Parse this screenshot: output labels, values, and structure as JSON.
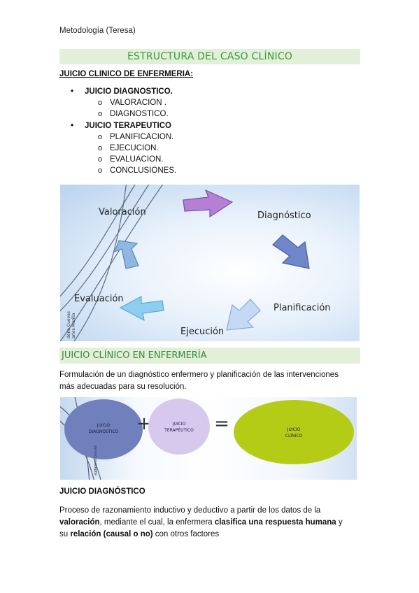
{
  "header": {
    "title": "Metodología (Teresa)"
  },
  "section1": {
    "title": "ESTRUCTURA DEL CASO CLÍNICO"
  },
  "juicio_heading": "JUICIO CLINICO DE ENFERMERIA:",
  "bullets": [
    {
      "label": "JUICIO DIAGNOSTICO.",
      "items": [
        "VALORACION .",
        "DIAGNOSTICO."
      ]
    },
    {
      "label": "JUICIO TERAPEUTICO",
      "items": [
        "PLANIFICACION.",
        "EJECUCION.",
        "EVALUACION.",
        "CONCLUSIONES."
      ]
    }
  ],
  "cycle": {
    "labels": [
      "Valoración",
      "Diagnóstico",
      "Planificación",
      "Ejecución",
      "Evaluación"
    ],
    "credit": [
      "dena Cuevas",
      "arlos Morilla"
    ],
    "colors": {
      "purple": "#b57fd6",
      "blue_dark": "#6f86c8",
      "blue_light": "#c5d9f4",
      "cyan": "#8ecdf0",
      "steel": "#8eb7e2"
    }
  },
  "section2": {
    "title": "JUICIO CLÍNICO EN ENFERMERÍA"
  },
  "formulation": {
    "line1": "Formulación de un diagnóstico enfermero y planificación de las intervenciones",
    "line2": "más adecuadas para su resolución."
  },
  "equation": {
    "circle1": [
      "JUICIO",
      "DIAGNÓSTICO"
    ],
    "plus": "+",
    "circle2": [
      "JUICIO",
      "TERAPÉUTICO"
    ],
    "equals": "=",
    "circle3": [
      "JUICIO",
      "CLÍNICO"
    ],
    "credit": "agdalena Cuevas",
    "colors": {
      "c1": "#6f80bd",
      "c2": "#d7c8ee",
      "c3": "#b5cc17"
    }
  },
  "jd_section": {
    "title": "JUICIO DIAGNÓSTICO",
    "p1": "Proceso de razonamiento inductivo y deductivo a partir de los datos de la",
    "p2_b1": "valoración",
    "p2_t1": ", mediante el cual, la enfermera ",
    "p2_b2": "clasifica una respuesta humana",
    "p2_t2": " y",
    "p3_t0": "su ",
    "p3_b1": "relación (causal o no)",
    "p3_t1": " con otros factores"
  }
}
